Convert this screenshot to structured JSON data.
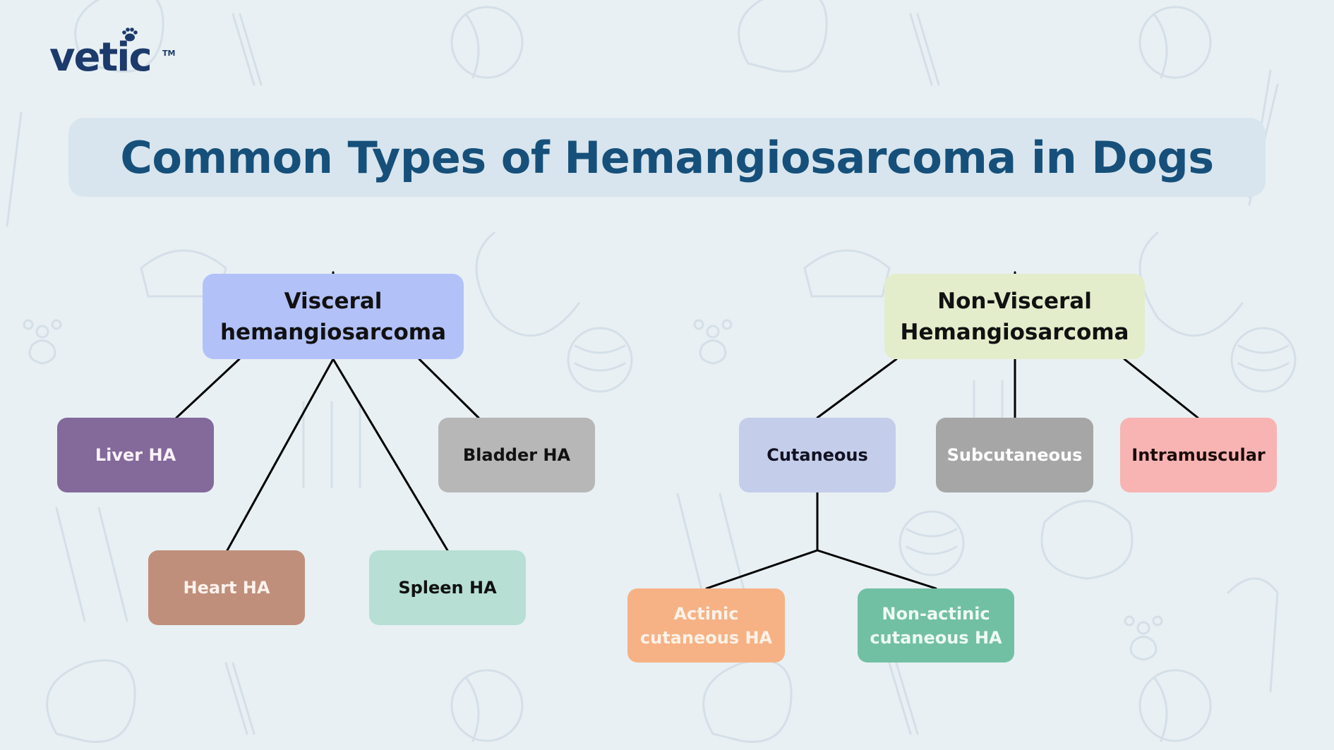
{
  "brand": {
    "logo_text": "vetic",
    "trademark": "TM",
    "logo_color": "#1c3a6b",
    "logo_icon": "paw-icon"
  },
  "title": {
    "text": "Common Types of Hemangiosarcoma in Dogs",
    "color": "#16507a",
    "background": "#d8e5ee"
  },
  "background": {
    "color": "#e8f0f3",
    "pattern": "pet-doodles"
  },
  "diagram": {
    "trees": [
      {
        "root": {
          "label": "Visceral\nhemangiosarcoma",
          "line1": "Visceral",
          "line2": "hemangiosarcoma",
          "color": "#b3c1f9",
          "text_color": "#111111"
        },
        "children": [
          {
            "label": "Liver HA",
            "color": "#84699b",
            "text_color": "#fbf3f8"
          },
          {
            "label": "Heart HA",
            "color": "#c08f7c",
            "text_color": "#fdf2ec"
          },
          {
            "label": "Spleen HA",
            "color": "#b7dfd3",
            "text_color": "#111111"
          },
          {
            "label": "Bladder HA",
            "color": "#b7b7b7",
            "text_color": "#111111"
          }
        ]
      },
      {
        "root": {
          "label": "Non-Visceral\nHemangiosarcoma",
          "line1": "Non-Visceral",
          "line2": "Hemangiosarcoma",
          "color": "#e3edcb",
          "text_color": "#111111"
        },
        "children": [
          {
            "label": "Cutaneous",
            "color": "#c4cdea",
            "text_color": "#111122",
            "children": [
              {
                "label": "Actinic cutaneous HA",
                "line1": "Actinic",
                "line2": "cutaneous HA",
                "color": "#f6b285",
                "text_color": "#fdf2e8"
              },
              {
                "label": "Non-actinic cutaneous HA",
                "line1": "Non-actinic",
                "line2": "cutaneous HA",
                "color": "#72c0a4",
                "text_color": "#effaf5"
              }
            ]
          },
          {
            "label": "Subcutaneous",
            "color": "#a6a6a6",
            "text_color": "#ffffff"
          },
          {
            "label": "Intramuscular",
            "color": "#f7b4b3",
            "text_color": "#1a0a0a"
          }
        ]
      }
    ],
    "connector_color": "#000000"
  }
}
